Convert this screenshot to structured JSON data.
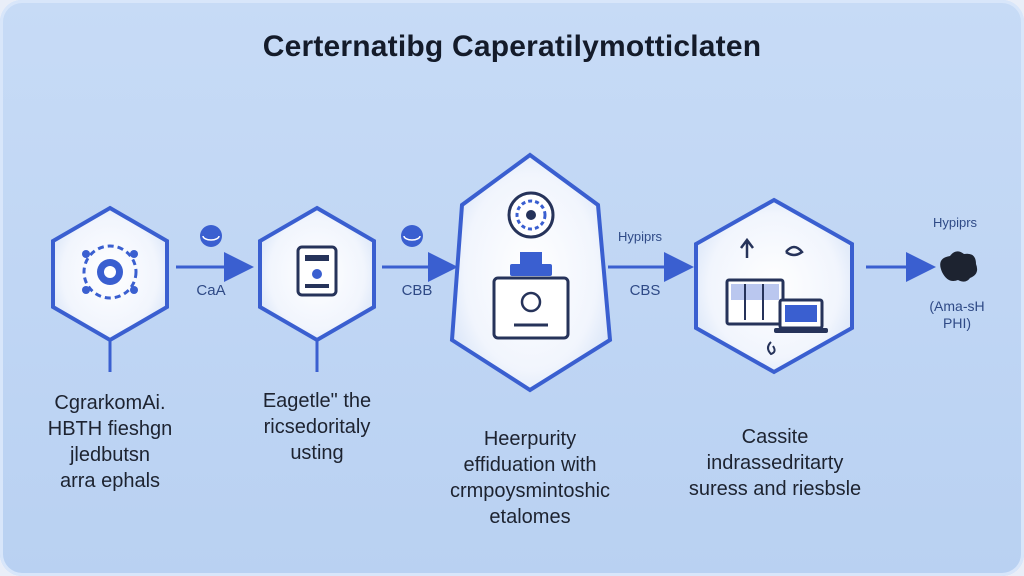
{
  "title": "Certernatibg Caperatilymotticlaten",
  "nodes": [
    {
      "icon": "gear-network-icon",
      "caption": [
        "CgrarkomAi.",
        "HBTH fieshgn",
        "jledbutsn",
        "arra ephals"
      ]
    },
    {
      "icon": "server-device-icon",
      "caption": [
        "Eagetle\" the",
        "ricsedoritaly",
        "usting"
      ]
    },
    {
      "icon": "monitor-gear-icon",
      "caption": [
        "Heerpurity",
        "effiduation with",
        "crmpoysmintoshic",
        "etalomes"
      ]
    },
    {
      "icon": "screens-laptop-icon",
      "caption": [
        "Cassite",
        "indrassedritarty",
        "suress and riesbsle"
      ]
    }
  ],
  "edges": [
    {
      "label": "CaA",
      "icon": "globe-icon"
    },
    {
      "label": "CBB",
      "icon": "globe-icon"
    },
    {
      "label": "CBS",
      "top_label": "Hypiprs"
    },
    {
      "top_label": "Hypiprs"
    }
  ],
  "end_label": [
    "(Ama‑sH",
    "PHI)"
  ],
  "colors": {
    "accent": "#3a5fd0",
    "background": "#c7dbf6",
    "hex_fill": "#eef3fc"
  }
}
